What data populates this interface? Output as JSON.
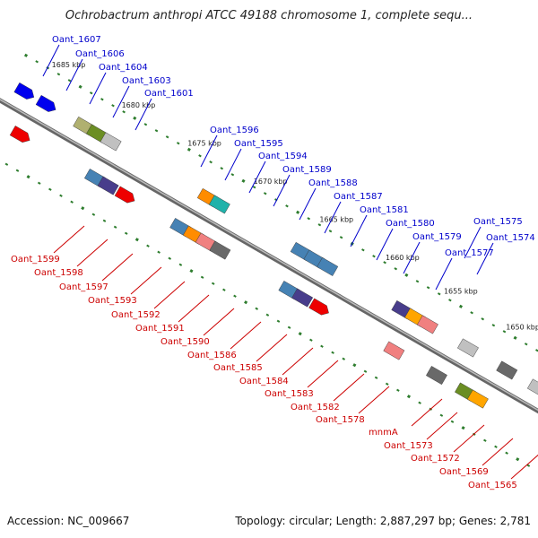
{
  "header": {
    "title": "Ochrobactrum anthropi ATCC 49188 chromosome 1, complete sequ..."
  },
  "footer": {
    "accession": "Accession: NC_009667",
    "summary": "Topology: circular; Length: 2,887,297 bp; Genes: 2,781"
  },
  "colors": {
    "forward_label": "#0000cc",
    "reverse_label": "#cc0000",
    "backbone": "#888888",
    "tick": "#2e7d2e"
  },
  "kbp_marks": [
    "1685 kbp",
    "1680 kbp",
    "1675 kbp",
    "1670 kbp",
    "1665 kbp",
    "1660 kbp",
    "1655 kbp",
    "1650 kbp"
  ],
  "forward_genes": [
    "Oant_1607",
    "Oant_1606",
    "Oant_1604",
    "Oant_1603",
    "Oant_1601",
    "Oant_1596",
    "Oant_1595",
    "Oant_1594",
    "Oant_1589",
    "Oant_1588",
    "Oant_1587",
    "Oant_1581",
    "Oant_1580",
    "Oant_1579",
    "Oant_1577",
    "Oant_1575",
    "Oant_1574"
  ],
  "reverse_genes": [
    "Oant_1599",
    "Oant_1598",
    "Oant_1597",
    "Oant_1593",
    "Oant_1592",
    "Oant_1591",
    "Oant_1590",
    "Oant_1586",
    "Oant_1585",
    "Oant_1584",
    "Oant_1583",
    "Oant_1582",
    "Oant_1578",
    "mnmA",
    "Oant_1573",
    "Oant_1572",
    "Oant_1569",
    "Oant_1565"
  ],
  "features": {
    "forward": [
      {
        "color": "#0000ee",
        "type": "arrow"
      },
      {
        "color": "#0000ee",
        "type": "arrow"
      },
      {
        "color": "#b0b070",
        "type": "box"
      },
      {
        "color": "#6b8e23",
        "type": "box"
      },
      {
        "color": "#c0c0c0",
        "type": "box"
      },
      {
        "color": "#ff8c00",
        "type": "box"
      },
      {
        "color": "#20b2aa",
        "type": "box"
      },
      {
        "color": "#4682b4",
        "type": "box"
      },
      {
        "color": "#4682b4",
        "type": "box"
      },
      {
        "color": "#4682b4",
        "type": "box"
      },
      {
        "color": "#483d8b",
        "type": "box"
      },
      {
        "color": "#ffa500",
        "type": "box"
      },
      {
        "color": "#f08080",
        "type": "box"
      },
      {
        "color": "#c0c0c0",
        "type": "box"
      },
      {
        "color": "#696969",
        "type": "box"
      },
      {
        "color": "#c0c0c0",
        "type": "box"
      }
    ],
    "reverse": [
      {
        "color": "#ee0000",
        "type": "arrow"
      },
      {
        "color": "#4682b4",
        "type": "box"
      },
      {
        "color": "#483d8b",
        "type": "box"
      },
      {
        "color": "#ee0000",
        "type": "arrow"
      },
      {
        "color": "#4682b4",
        "type": "box"
      },
      {
        "color": "#ff8c00",
        "type": "box"
      },
      {
        "color": "#f08080",
        "type": "box"
      },
      {
        "color": "#696969",
        "type": "box"
      },
      {
        "color": "#4682b4",
        "type": "box"
      },
      {
        "color": "#483d8b",
        "type": "box"
      },
      {
        "color": "#ee0000",
        "type": "arrow"
      },
      {
        "color": "#f08080",
        "type": "box"
      },
      {
        "color": "#696969",
        "type": "box"
      },
      {
        "color": "#6b8e23",
        "type": "box"
      },
      {
        "color": "#ffa500",
        "type": "box"
      }
    ]
  }
}
